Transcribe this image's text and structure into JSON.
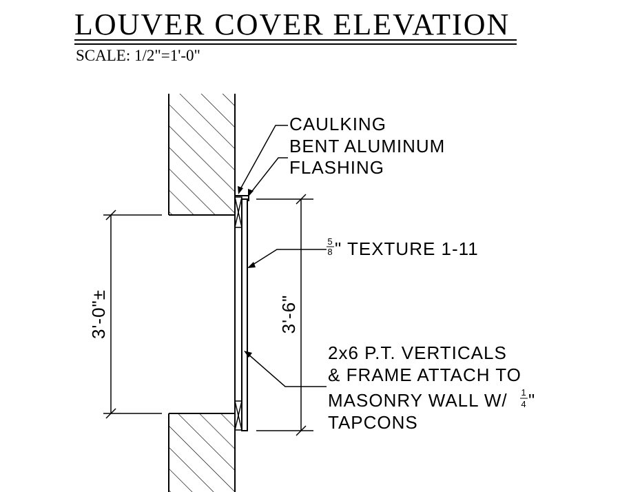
{
  "title": "LOUVER COVER ELEVATION",
  "scale": "SCALE: 1/2\"=1'-0\"",
  "labels": {
    "caulking": "CAULKING",
    "flashing_line1": "BENT ALUMINUM",
    "flashing_line2": "FLASHING",
    "texture_frac_num": "5",
    "texture_frac_den": "8",
    "texture_text": "\" TEXTURE 1-11",
    "verticals_line1": "2x6 P.T. VERTICALS",
    "verticals_line2": "& FRAME ATTACH TO",
    "verticals_line3_prefix": "MASONRY WALL W/",
    "verticals_frac_num": "1",
    "verticals_frac_den": "4",
    "verticals_line3_suffix": "\"",
    "verticals_line4": "TAPCONS"
  },
  "dimensions": {
    "opening": "3'-0\"±",
    "cover": "3'-6\""
  }
}
